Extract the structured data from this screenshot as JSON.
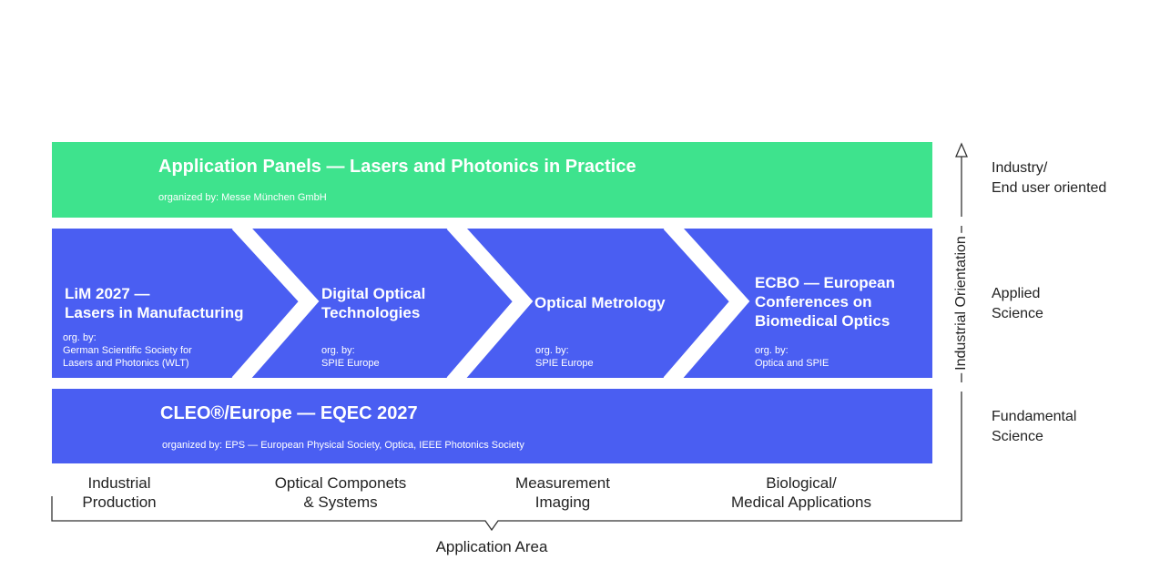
{
  "top_panel": {
    "title": "Application Panels — Lasers and Photonics in Practice",
    "org": "organized by: Messe München GmbH"
  },
  "middle": [
    {
      "title1": "LiM 2027 —",
      "title2": "Lasers in Manufacturing",
      "org1": "org. by:",
      "org2": "German Scientific Society for",
      "org3": "Lasers and Photonics (WLT)"
    },
    {
      "title1": "Digital Optical",
      "title2": "Technologies",
      "org1": "org. by:",
      "org2": "SPIE Europe"
    },
    {
      "title1": "Optical Metrology",
      "org1": "org. by:",
      "org2": "SPIE Europe"
    },
    {
      "title1": "ECBO — European",
      "title2": "Conferences on",
      "title3": "Biomedical Optics",
      "org1": "org. by:",
      "org2": "Optica and SPIE"
    }
  ],
  "bottom_panel": {
    "title": "CLEO®/Europe — EQEC 2027",
    "org": "organized by: EPS — European Physical Society, Optica, IEEE Photonics Society"
  },
  "x_axis": {
    "title": "Application Area",
    "areas": [
      [
        "Industrial",
        "Production"
      ],
      [
        "Optical Componets",
        "& Systems"
      ],
      [
        "Measurement",
        "Imaging"
      ],
      [
        "Biological/",
        "Medical Applications"
      ]
    ]
  },
  "y_axis": {
    "title": "Industrial Orientation",
    "levels": [
      [
        "Industry/",
        "End user oriented"
      ],
      [
        "Applied",
        "Science"
      ],
      [
        "Fundamental",
        "Science"
      ]
    ]
  },
  "colors": {
    "green": "#3ee38d",
    "blue": "#4a5ef2"
  }
}
